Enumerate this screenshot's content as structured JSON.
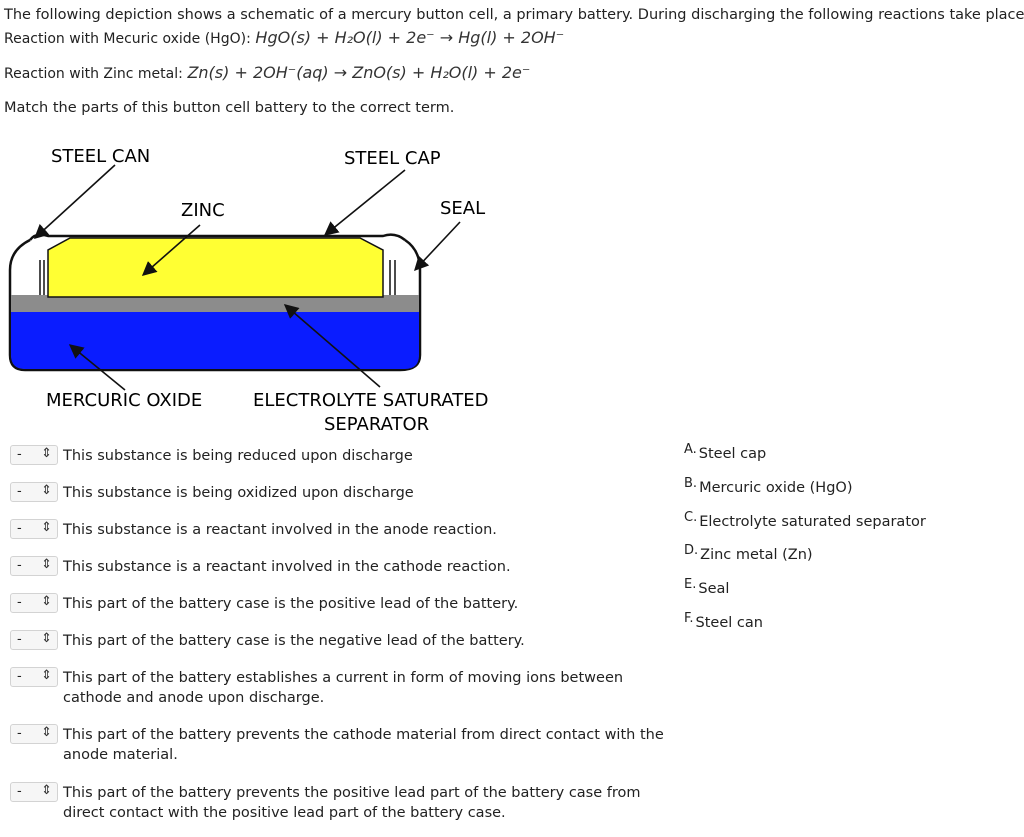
{
  "intro": "The following depiction shows a schematic of a mercury button cell, a primary battery. During discharging the following reactions take place:",
  "reaction1": {
    "label": "Reaction with Mecuric oxide (HgO):",
    "equation": "HgO(s) + H₂O(l) + 2e⁻ → Hg(l) + 2OH⁻"
  },
  "reaction2": {
    "label": "Reaction with Zinc metal:",
    "equation": "Zn(s) + 2OH⁻(aq) → ZnO(s) + H₂O(l) + 2e⁻"
  },
  "match_instruction": "Match the parts of this button cell battery to the correct term.",
  "diagram": {
    "labels": {
      "steel_can": "STEEL CAN",
      "steel_cap": "STEEL CAP",
      "zinc": "ZINC",
      "seal": "SEAL",
      "mercuric_oxide": "MERCURIC OXIDE",
      "separator_line1": "ELECTROLYTE SATURATED",
      "separator_line2": "SEPARATOR"
    },
    "colors": {
      "zinc": "#ffff33",
      "separator": "#8c8c8c",
      "mercuric_oxide": "#0a1cff",
      "case": "#ffffff"
    }
  },
  "questions": [
    {
      "select_value": "-",
      "text": "This substance is being reduced upon discharge"
    },
    {
      "select_value": "-",
      "text": "This substance is being oxidized upon discharge"
    },
    {
      "select_value": "-",
      "text": "This substance is a reactant involved in the anode reaction."
    },
    {
      "select_value": "-",
      "text": "This substance is a reactant involved in the cathode reaction."
    },
    {
      "select_value": "-",
      "text": "This part of the battery case is the positive lead of the battery."
    },
    {
      "select_value": "-",
      "text": "This part of the battery case is the negative lead of the battery."
    },
    {
      "select_value": "-",
      "text": "This part of the battery establishes a current in form of moving ions between cathode and anode upon discharge."
    },
    {
      "select_value": "-",
      "text": "This part of the battery prevents the cathode material from direct contact with the anode material."
    },
    {
      "select_value": "-",
      "text": "This part of the battery prevents the positive lead part of the battery case from direct contact with the positive lead part of the battery case."
    }
  ],
  "options": [
    {
      "key": "A.",
      "text": "Steel cap"
    },
    {
      "key": "B.",
      "text": "Mercuric oxide (HgO)"
    },
    {
      "key": "C.",
      "text": "Electrolyte saturated separator"
    },
    {
      "key": "D.",
      "text": "Zinc metal (Zn)"
    },
    {
      "key": "E.",
      "text": "Seal"
    },
    {
      "key": "F.",
      "text": "Steel can"
    }
  ]
}
